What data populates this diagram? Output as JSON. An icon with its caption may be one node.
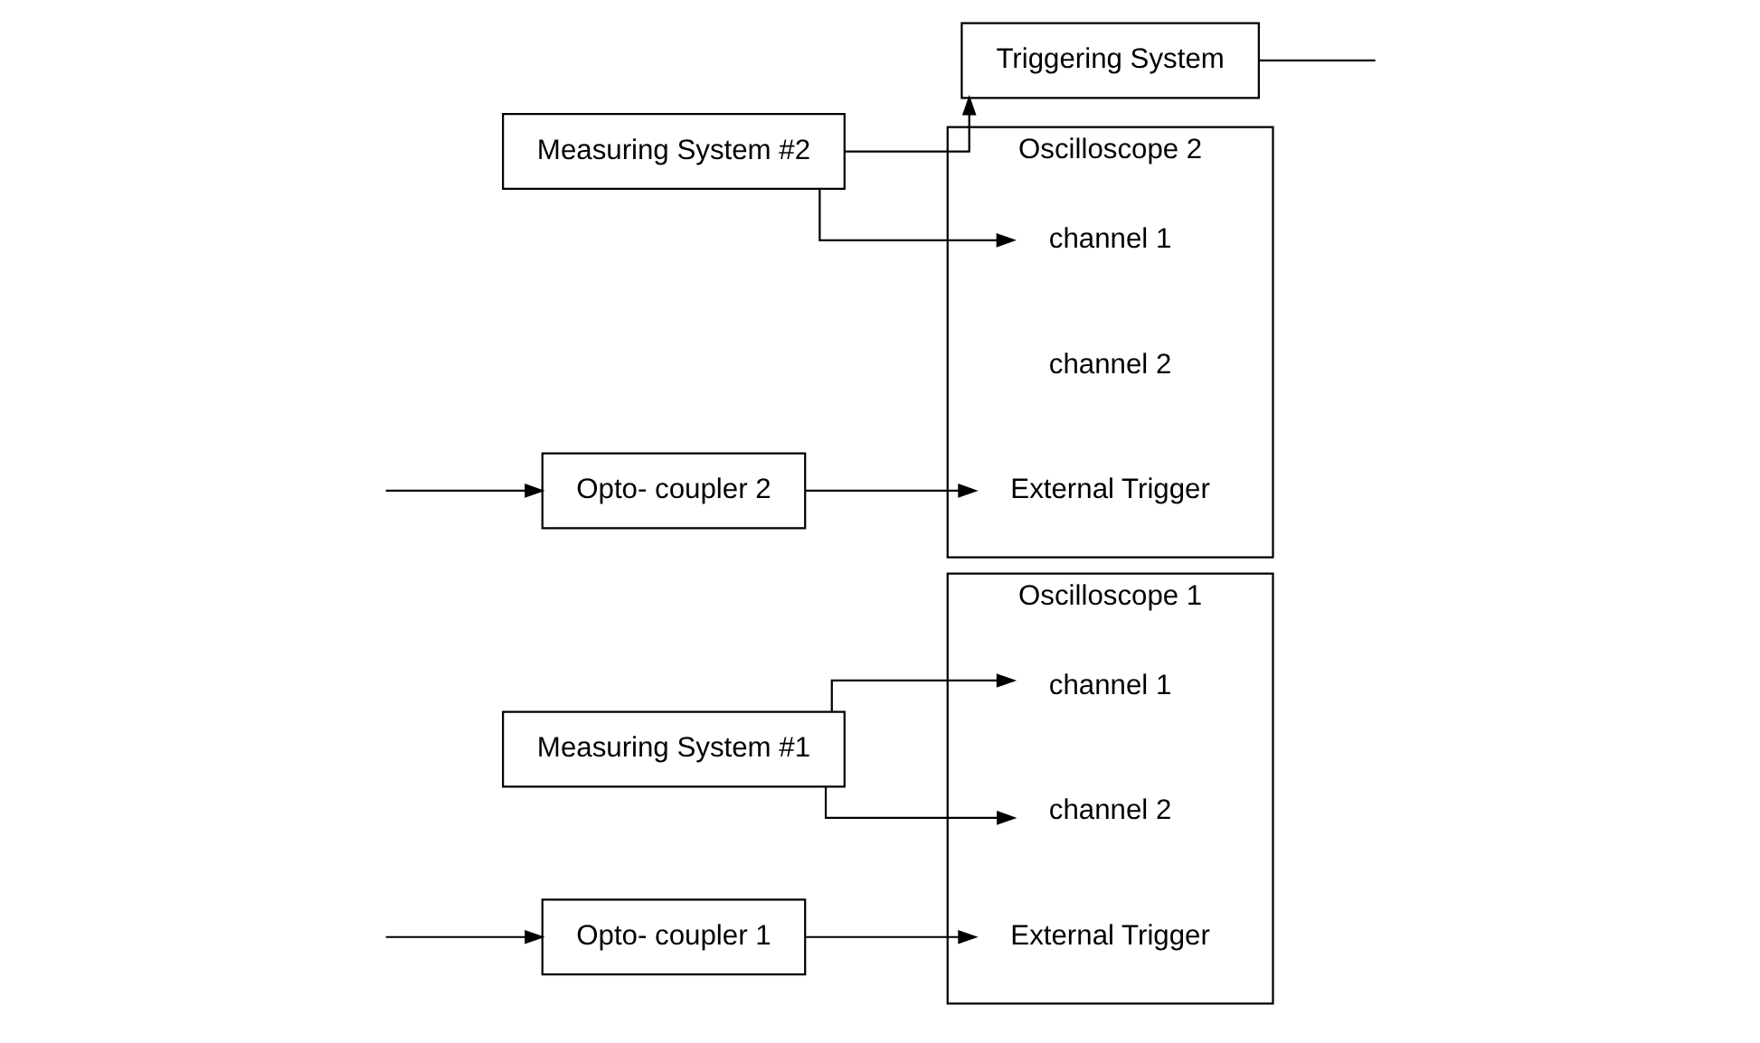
{
  "diagram": {
    "nodes": [
      {
        "text": [
          "Measuring System #1"
        ]
      },
      {
        "text": [
          "Oscilloscope 1"
        ]
      },
      {
        "text": [
          "channel 1"
        ],
        "in": 1
      },
      {
        "text": [
          "channel 2"
        ],
        "in": 1
      },
      {
        "text": [
          "External Trigger"
        ],
        "in": 1
      },
      {
        "text": [
          "Opto- coupler 1"
        ]
      },
      {
        "text": [
          "Triggering System"
        ]
      },
      {
        "text": [
          "Measuring System #2"
        ]
      },
      {
        "text": [
          "Oscilloscope 2"
        ]
      },
      {
        "text": [
          "channel 1"
        ],
        "in": 8
      },
      {
        "text": [
          "channel 2"
        ],
        "in": 8
      },
      {
        "text": [
          "External Trigger"
        ],
        "in": 8
      },
      {
        "text": [
          "Opto- coupler 2"
        ]
      }
    ],
    "edges": [
      {
        "from": 0,
        "to": 2,
        "arrow": "to"
      },
      {
        "from": 0,
        "to": 3,
        "arrow": "to"
      },
      {
        "from": 5,
        "to": 4,
        "arrow": "to"
      },
      {
        "from": null,
        "to": 5,
        "arrow": "to"
      },
      {
        "from": 7,
        "to": 6,
        "arrow": "to"
      },
      {
        "from": 7,
        "to": 9,
        "arrow": "to"
      },
      {
        "from": 6,
        "to": null,
        "arrow": "none"
      },
      {
        "from": null,
        "to": 12,
        "arrow": "to"
      },
      {
        "from": 12,
        "to": 11,
        "arrow": "to"
      }
    ]
  }
}
